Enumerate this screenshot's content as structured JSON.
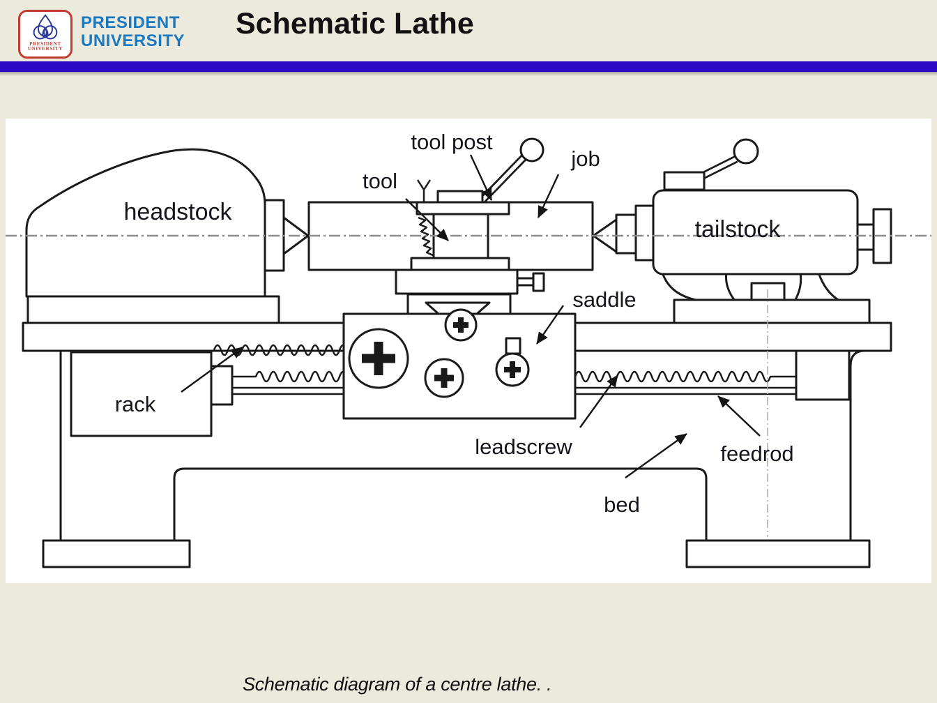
{
  "header": {
    "title": "Schematic Lathe",
    "brand": {
      "line1": "PRESIDENT",
      "line2": "UNIVERSITY"
    },
    "logo": {
      "line1": "PRESIDENT",
      "line2": "UNIVERSITY",
      "emblem_icon": "lotus-emblem-icon"
    }
  },
  "diagram": {
    "labels": {
      "tool_post": "tool post",
      "tool": "tool",
      "job": "job",
      "headstock": "headstock",
      "tailstock": "tailstock",
      "saddle": "saddle",
      "rack": "rack",
      "leadscrew": "leadscrew",
      "feedrod": "feedrod",
      "bed": "bed"
    }
  },
  "caption": "Schematic diagram of a centre lathe. .",
  "colors": {
    "background": "#ece9dd",
    "accent_bar": "#2c09c4",
    "university_blue": "#1b79c2",
    "logo_red": "#c23a30",
    "line": "#1a1a1a",
    "label": "#15151d",
    "centerline": "#8c8c8c",
    "panel": "#ffffff",
    "title": "#111111"
  }
}
